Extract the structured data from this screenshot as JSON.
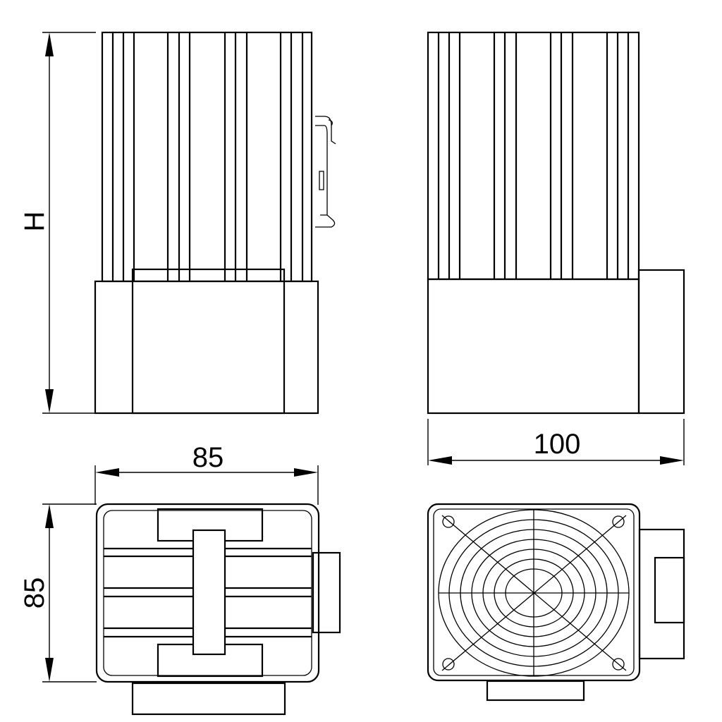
{
  "dimensions": {
    "height_label": "H",
    "width_front": "85",
    "width_side": "100",
    "depth_top": "85"
  },
  "stroke_color": "#000000"
}
